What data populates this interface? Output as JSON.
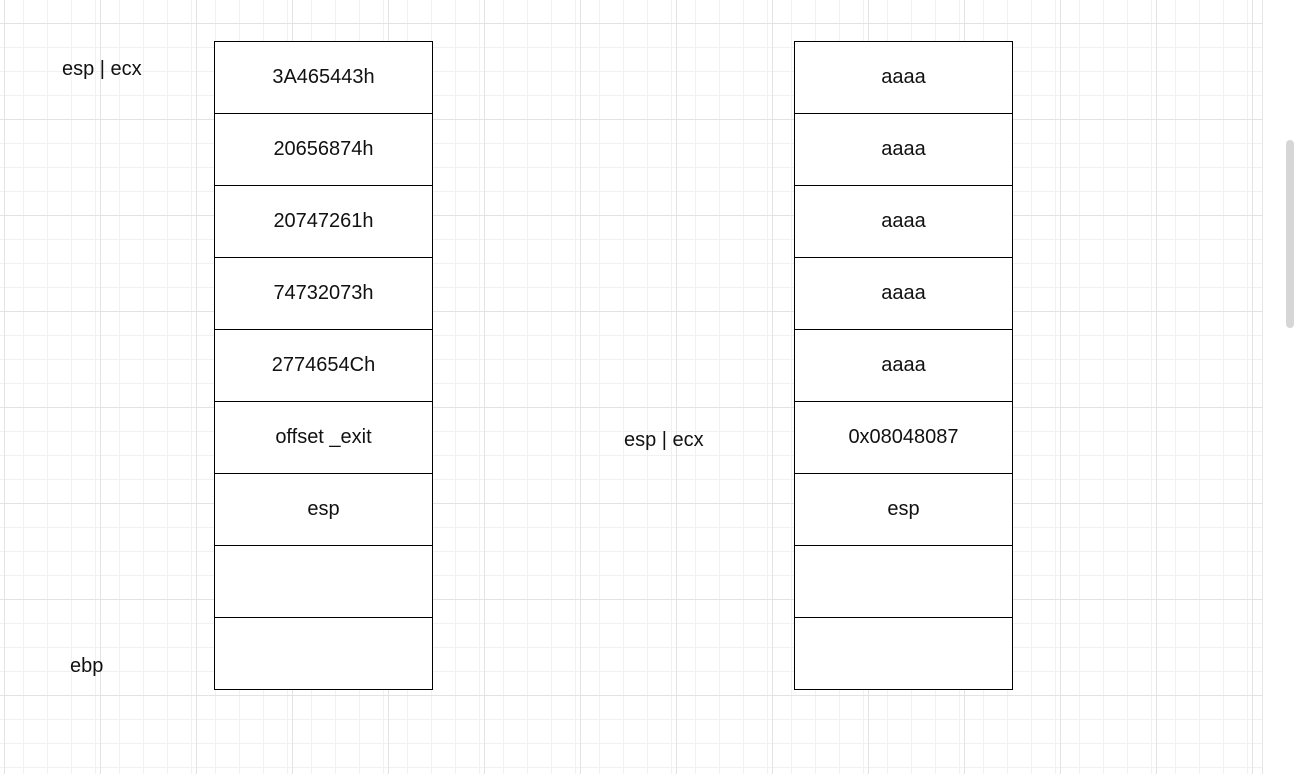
{
  "left_stack": {
    "cells": [
      "3A465443h",
      "20656874h",
      "20747261h",
      "74732073h",
      "2774654Ch",
      "offset _exit",
      "esp",
      "",
      ""
    ],
    "labels": {
      "top": "esp | ecx",
      "bottom": "ebp"
    }
  },
  "right_stack": {
    "cells": [
      "aaaa",
      "aaaa",
      "aaaa",
      "aaaa",
      "aaaa",
      "0x08048087",
      "esp",
      "",
      ""
    ],
    "labels": {
      "middle": "esp | ecx"
    }
  }
}
